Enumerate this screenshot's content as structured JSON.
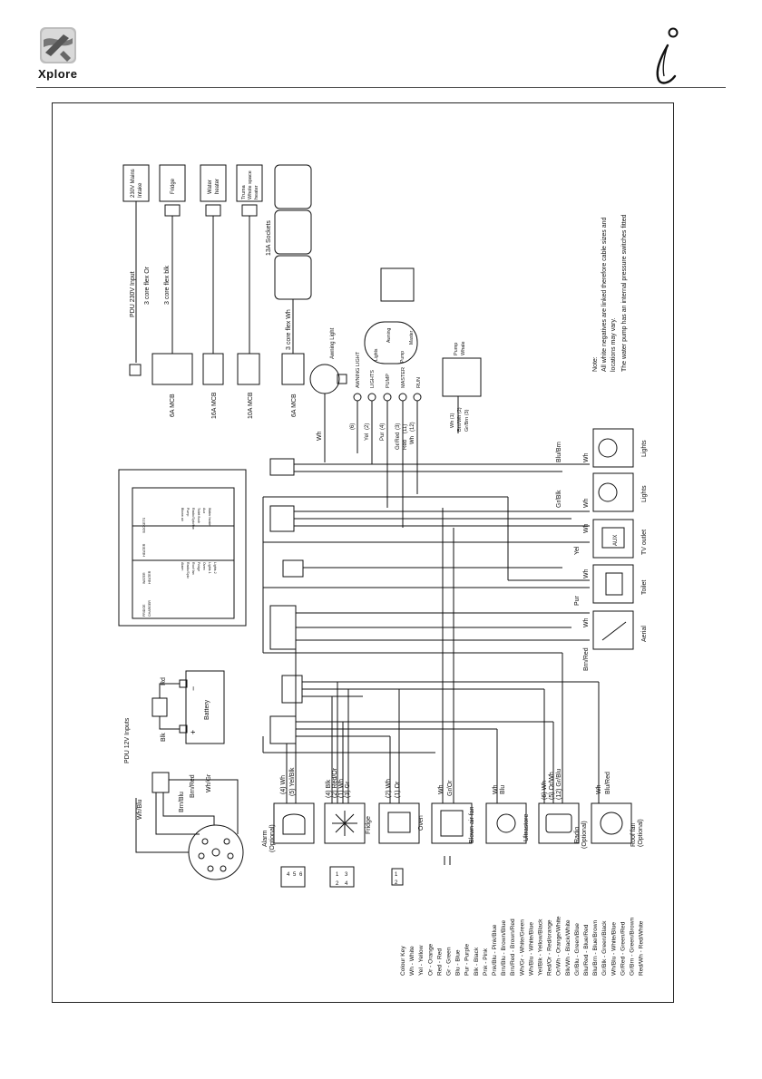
{
  "brand": {
    "name": "Xplore"
  },
  "diagram": {
    "top_devices": [
      {
        "id": "mains",
        "label_lines": [
          "230V Mains",
          "Intake"
        ]
      },
      {
        "id": "fridge",
        "label_lines": [
          "Fridge"
        ]
      },
      {
        "id": "water",
        "label_lines": [
          "Water",
          "heater"
        ]
      },
      {
        "id": "heater",
        "label_lines": [
          "Truma",
          "Whole space",
          "heater"
        ]
      }
    ],
    "pdu_230_label": "PDU 230V Input",
    "cable_labels": {
      "flex_or": "3 core flex Or",
      "flex_blk": "3 core flex blk",
      "flex_wh": "3 core flex Wh",
      "sockets": "13A Sockets"
    },
    "mcbs": [
      "6A MCB",
      "16A MCB",
      "10A MCB",
      "6A MCB"
    ],
    "awning_light": "Awning Light",
    "pump_switch": [
      "Pump",
      "Whale"
    ],
    "panel_switch_labels": [
      "Lights",
      "Awning",
      "Pump",
      "Master"
    ],
    "switch_bank": [
      {
        "num": "(6)",
        "wire": "Wh",
        "label": "AWNING LIGHT"
      },
      {
        "num": "(2)",
        "wire": "Yel",
        "label": "LIGHTS"
      },
      {
        "num": "(4)",
        "wire": "Pur",
        "label": "PUMP"
      },
      {
        "num": "(3)",
        "wire": "Gr/Red",
        "label": "MASTER"
      },
      {
        "num": "(11)",
        "wire": "Red",
        "label": ""
      },
      {
        "num": "(12)",
        "wire": "Wh",
        "label": "RUN"
      }
    ],
    "pump_wires": [
      "Wh (1)",
      "Brn/Wh (2)",
      "Gr/Brn (3)"
    ],
    "note_lines": [
      "Note:",
      "All white negatives are linked therefore cable sizes and",
      "locations may vary.",
      "The water pump has an internal pressure switches fitted"
    ],
    "consumer_unit": {
      "top_labels": [
        "FRIDGE",
        "WATER",
        "HEATER",
        "SOCKETS"
      ],
      "sub_labels": [
        "CHARGER",
        "HEATER"
      ],
      "circuits": [
        "Alarm",
        "Radio/Spkr",
        "Roof fan",
        "Fridge",
        "Oven",
        "Lights 1",
        "Lights 2",
        "Blown air",
        "Pump",
        "Radio/Spkr/fan",
        "Toilet flush",
        "Aux",
        "Water heater"
      ]
    },
    "right_devices": [
      {
        "id": "lights1",
        "label": "Lights",
        "wires": [
          "Wh",
          "Blu/Brn"
        ]
      },
      {
        "id": "lights2",
        "label": "Lights",
        "wires": [
          "Wh",
          "Gr/Blk"
        ]
      },
      {
        "id": "tv",
        "label": "TV outlet",
        "inner": "AUX",
        "wires": [
          "Wh",
          "Yel"
        ]
      },
      {
        "id": "toilet",
        "label": "Toilet",
        "wires": [
          "Wh",
          "Pur"
        ]
      },
      {
        "id": "aerial",
        "label": "Aerial",
        "wires": [
          "Wh",
          "Brn/Red"
        ]
      }
    ],
    "pdu_12v": {
      "label": "PDU 12V Inputs",
      "battery": "Battery",
      "rd": "Rd",
      "blk": "Blk",
      "plus": "+",
      "minus": "−"
    },
    "socket_wires": [
      "Wh/Blu",
      "Brn/Blu",
      "Brn/Red",
      "Wh/Gr"
    ],
    "bottom_devices": [
      {
        "id": "alarm",
        "label": [
          "Alarm",
          "(Optional)"
        ],
        "wires": [
          "(4) Wh",
          "(5) Yel/Blk"
        ]
      },
      {
        "id": "fridge12",
        "label": [
          "Fridge"
        ],
        "wires": [
          "(4) Blk",
          "(2) Red/Or",
          "(1) Wh",
          "(3) Gr"
        ]
      },
      {
        "id": "oven",
        "label": [
          "Oven"
        ],
        "wires": [
          "(2) Wh",
          "(1) Or"
        ]
      },
      {
        "id": "blown",
        "label": [
          "Blown air fan"
        ],
        "wires": [
          "Wh",
          "Gr/Or"
        ]
      },
      {
        "id": "ultra",
        "label": [
          "Ultrastore"
        ],
        "wires": [
          "Wh",
          "Blu"
        ]
      },
      {
        "id": "radio",
        "label": [
          "Radio",
          "(Optional)"
        ],
        "wires": [
          "(6) Wh",
          "(5) Or/Wh",
          "(12) Gr/Blu"
        ]
      },
      {
        "id": "roof",
        "label": [
          "Roof fan",
          "(Optional)"
        ],
        "wires": [
          "Wh",
          "Blu/Red"
        ]
      }
    ],
    "connector_numbers": [
      "1",
      "2",
      "3",
      "4",
      "5",
      "6"
    ],
    "colour_key": {
      "title": "Colour Key",
      "entries": [
        "Wh - White",
        "Yel - Yellow",
        "Or - Orange",
        "Red - Red",
        "Gr - Green",
        "Blu - Blue",
        "Pur - Purple",
        "Blk - Black",
        "Pnk - Pink",
        "Pnk/Blu - Pink/Blue",
        "Brn/Blu - Brown/Blue",
        "Brn/Red - Brown/Red",
        "Wh/Gr - White/Green",
        "Wh/Blu - White/Blue",
        "Yel/Blk - Yellow/Black",
        "Red/Or - Red/orange",
        "Or/Wh - Orange/White",
        "Blk/Wh - Black/White",
        "Gr/Blu - Green/Blue",
        "Blu/Red - Blue/Red",
        "Blu/Brn - Blue/Brown",
        "Gr/Blk - Green/Black",
        "Wh/Blu - White/Blue",
        "Gr/Red - Green/Red",
        "Gr/Brn - Green/Brown",
        "Red/Wh - Red/White"
      ]
    }
  },
  "colors": {
    "line": "#111111",
    "frame": "#222222"
  }
}
